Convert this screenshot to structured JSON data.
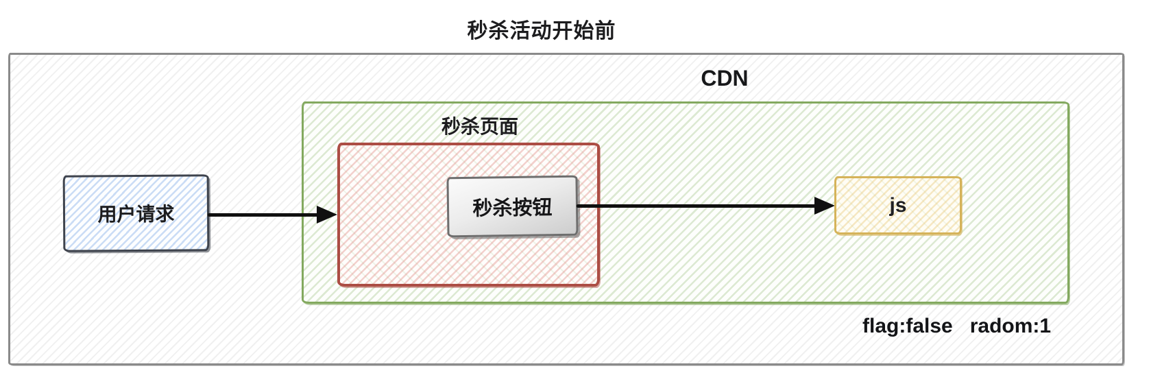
{
  "diagram": {
    "title": "秒杀活动开始前",
    "cdn": {
      "label": "CDN"
    },
    "seckill_page": {
      "label": "秒杀页面"
    },
    "seckill_button": {
      "label": "秒杀按钮"
    },
    "js_node": {
      "label": "js"
    },
    "user_request": {
      "label": "用户请求"
    },
    "state_text": "flag:false   radom:1",
    "colors": {
      "outer_border": "#8a8a8a",
      "cdn_border": "#83a95f",
      "seckill_page_border": "#ac4d44",
      "js_border": "#d5b35a",
      "user_request_border": "#3e434d",
      "user_request_hatch": "#76a4e5",
      "button_fill": "#e0e0e0",
      "arrow": "#101010"
    }
  }
}
